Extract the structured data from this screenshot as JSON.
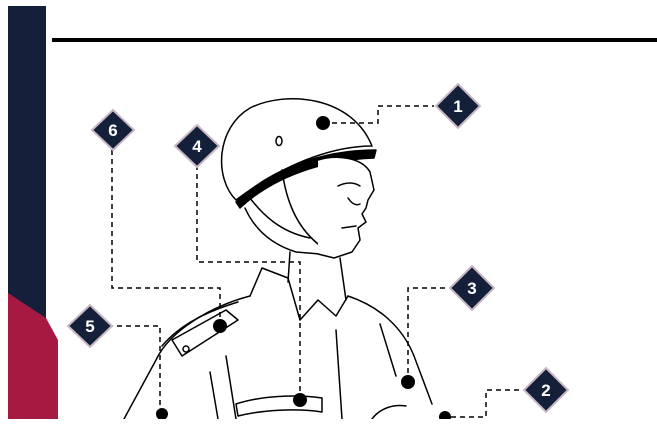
{
  "callouts": [
    {
      "label": "1"
    },
    {
      "label": "2"
    },
    {
      "label": "3"
    },
    {
      "label": "4"
    },
    {
      "label": "5"
    },
    {
      "label": "6"
    }
  ],
  "colors": {
    "navy": "#14203a",
    "crimson": "#a61a42",
    "badge_border": "#c9b7c4",
    "ink": "#000000",
    "background": "#ffffff"
  },
  "figure": {
    "subject": "soldier-in-helmet-and-uniform-line-art",
    "icon": "person-icon"
  }
}
